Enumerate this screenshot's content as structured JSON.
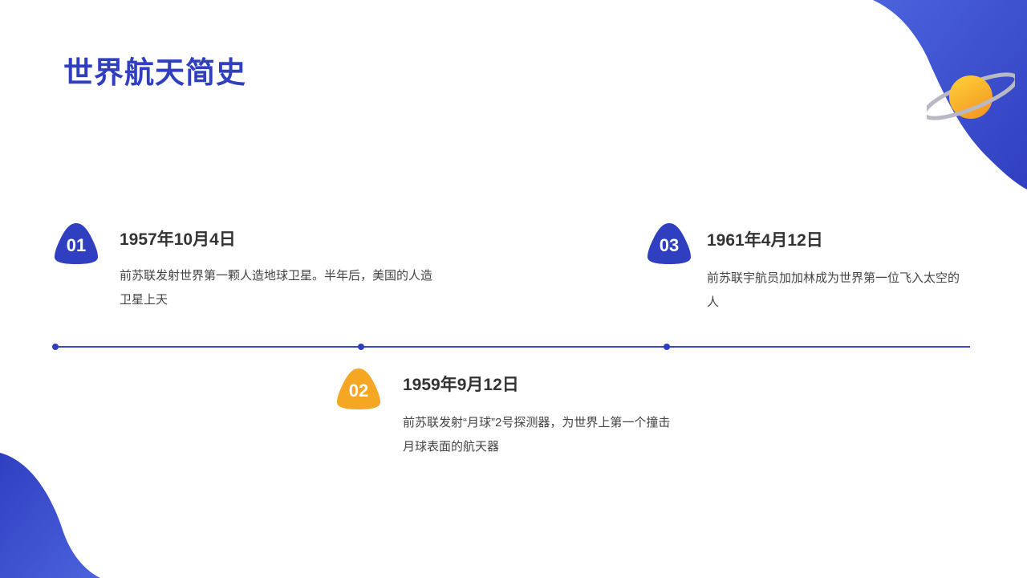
{
  "title": "世界航天简史",
  "colors": {
    "primary": "#2f3fc0",
    "accent": "#f5a623",
    "text": "#333333"
  },
  "events": [
    {
      "number": "01",
      "date": "1957年10月4日",
      "description": "前苏联发射世界第一颗人造地球卫星。半年后，美国的人造卫星上天"
    },
    {
      "number": "02",
      "date": "1959年9月12日",
      "description": "前苏联发射“月球”2号探测器，为世界上第一个撞击月球表面的航天器"
    },
    {
      "number": "03",
      "date": "1961年4月12日",
      "description": "前苏联宇航员加加林成为世界第一位飞入太空的人"
    }
  ],
  "decorations": {
    "corner_icon": "planet-icon"
  }
}
